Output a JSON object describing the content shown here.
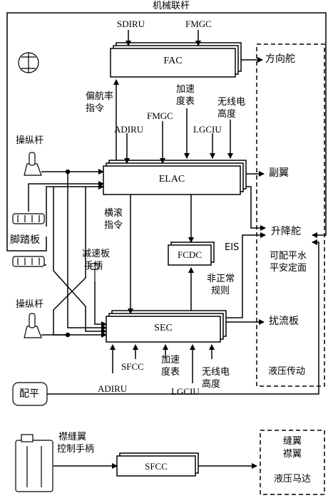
{
  "title": "机械联杆",
  "inputs": {
    "sdiru": "SDIRU",
    "fmgc_top": "FMGC",
    "yaw_rate": [
      "偏航率",
      "指令"
    ],
    "accel_top": [
      "加速",
      "度表"
    ],
    "radio_alt_top": [
      "无线电",
      "高度"
    ],
    "adiru_mid": "ADIRU",
    "fmgc_mid": "FMGC",
    "lgciu_mid": "LGCIU",
    "sidestick_top": "操纵杆",
    "pedals": "脚踏板",
    "roll_cmd": [
      "横滚",
      "指令"
    ],
    "speedbrake": [
      "减速板",
      "手柄"
    ],
    "sidestick_bottom": "操纵杆",
    "abnormal_law": [
      "非正常",
      "规则"
    ],
    "eis": "EIS",
    "sfcc_in": "SFCC",
    "accel_bottom": [
      "加速",
      "度表"
    ],
    "radio_alt_bottom": [
      "无线电",
      "高度"
    ],
    "adiru_bottom": "ADIRU",
    "lgciu_bottom": "LGCIU",
    "trim": "配平",
    "flap_lever": [
      "襟缝翼",
      "控制手柄"
    ]
  },
  "computers": {
    "fac": "FAC",
    "elac": "ELAC",
    "fcdc": "FCDC",
    "sec": "SEC",
    "sfcc": "SFCC"
  },
  "surfaces": {
    "rudder": "方向舵",
    "aileron": "副翼",
    "elevator": "升降舵",
    "ths": [
      "可配平水",
      "平安定面"
    ],
    "spoilers": "扰流板",
    "hydraulic": "液压传动",
    "slats": "缝翼",
    "flaps": "襟翼",
    "hyd_motor": "液压马达"
  }
}
